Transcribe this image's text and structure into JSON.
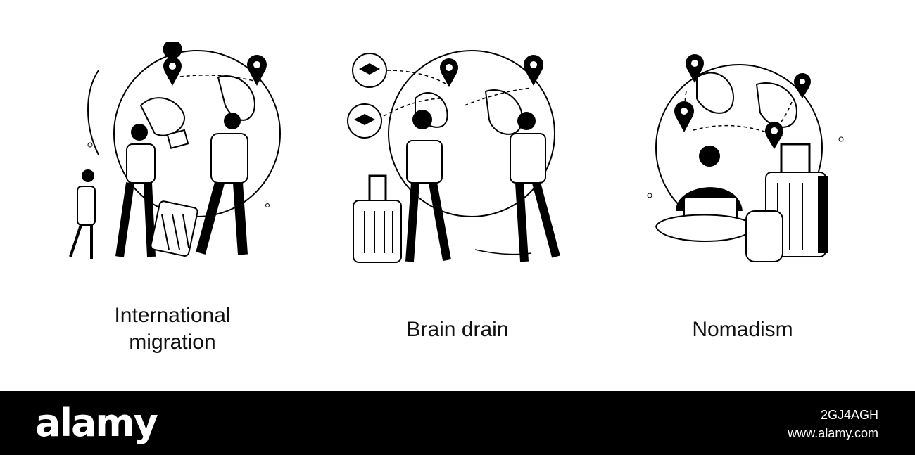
{
  "panels": [
    {
      "caption_line1": "International",
      "caption_line2": "migration",
      "icon": "international-migration-illustration"
    },
    {
      "caption": "Brain drain",
      "icon": "brain-drain-illustration"
    },
    {
      "caption": "Nomadism",
      "icon": "nomadism-illustration"
    }
  ],
  "footer": {
    "logo": "alamy",
    "image_id": "2GJ4AGH",
    "site": "www.alamy.com"
  },
  "colors": {
    "ink": "#000000",
    "background": "#ffffff",
    "footer": "#000000"
  }
}
